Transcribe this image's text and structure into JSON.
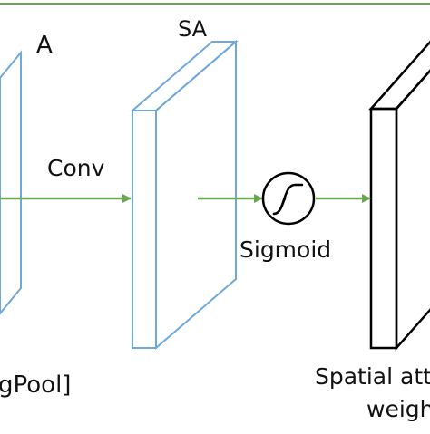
{
  "labels": {
    "a": "A",
    "sa": "SA",
    "conv": "Conv",
    "sigmoid": "Sigmoid",
    "avgpool_fragment": "gPool]",
    "spatial_fragment": "Spatial att",
    "weight_fragment": "weigh"
  },
  "colors": {
    "green": "#6aa84f",
    "blue": "#6fa8dc",
    "black": "#000000",
    "text": "#111111"
  },
  "icons": {
    "sigmoid": "sigmoid-curve-icon"
  }
}
